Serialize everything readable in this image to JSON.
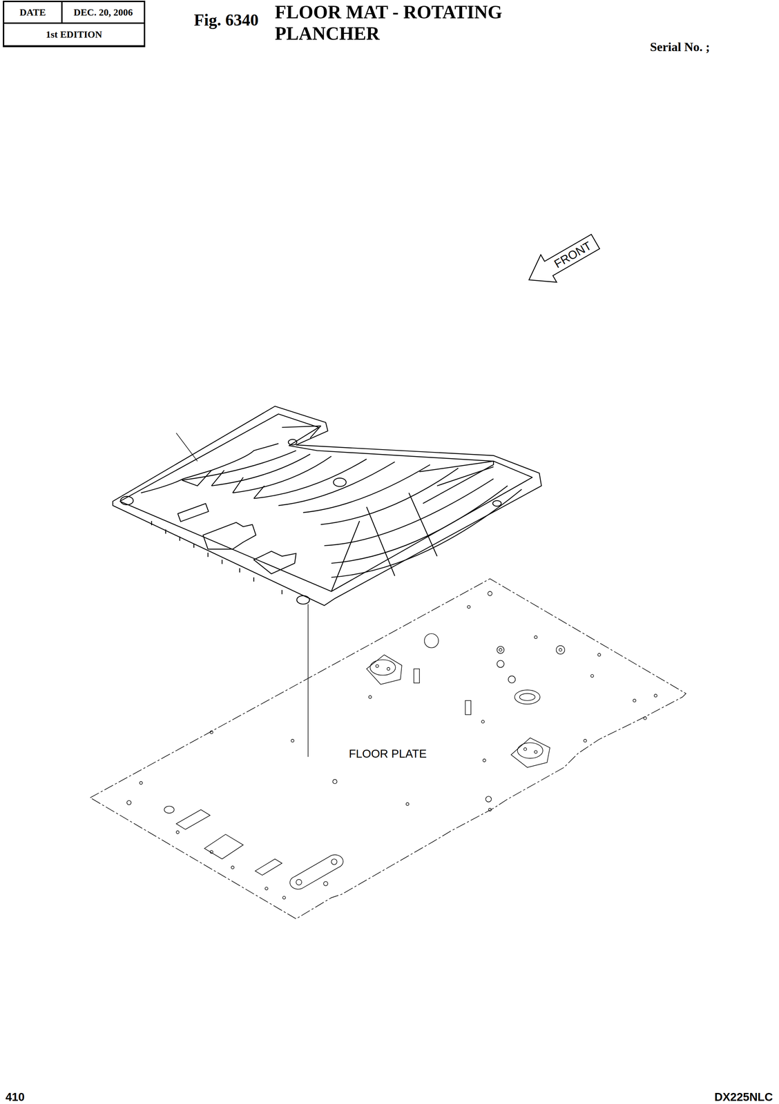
{
  "diagram": {
    "title": "FLOOR MAT - ROTATING",
    "nodes": [
      {
        "text": [
          "DATE"
        ]
      },
      {
        "text": [
          "DEC. 20, 2006"
        ]
      },
      {
        "text": [
          "1st EDITION"
        ]
      },
      {
        "text": [
          "FRONT"
        ]
      }
    ],
    "labels": [
      "Fig. 6340",
      "PLANCHER",
      "Serial No. ;",
      "FLOOR PLATE",
      "410",
      "DX225NLC"
    ]
  }
}
